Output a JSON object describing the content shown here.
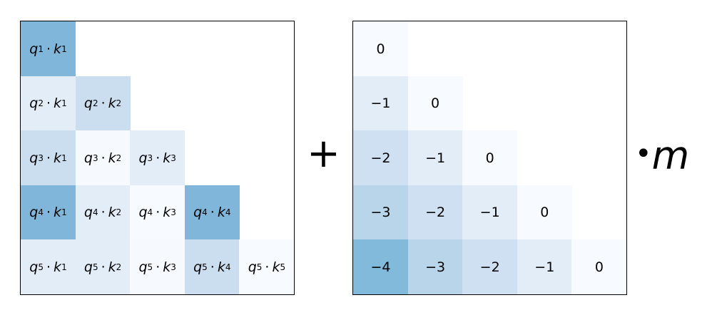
{
  "colors": {
    "dark": "#80b6d9",
    "medium": "#cbdeef",
    "light": "#e2edf8",
    "pale": "#f6f9fe",
    "faint": "#f7fbff"
  },
  "left_matrix": {
    "q_symbol": "q",
    "k_symbol": "k",
    "operator": "·",
    "cells": [
      {
        "row": 1,
        "col": 1,
        "q": "1",
        "k": "1",
        "shade": "dark"
      },
      {
        "row": 2,
        "col": 1,
        "q": "2",
        "k": "1",
        "shade": "light"
      },
      {
        "row": 2,
        "col": 2,
        "q": "2",
        "k": "2",
        "shade": "medium"
      },
      {
        "row": 3,
        "col": 1,
        "q": "3",
        "k": "1",
        "shade": "medium"
      },
      {
        "row": 3,
        "col": 2,
        "q": "3",
        "k": "2",
        "shade": "pale"
      },
      {
        "row": 3,
        "col": 3,
        "q": "3",
        "k": "3",
        "shade": "light"
      },
      {
        "row": 4,
        "col": 1,
        "q": "4",
        "k": "1",
        "shade": "dark"
      },
      {
        "row": 4,
        "col": 2,
        "q": "4",
        "k": "2",
        "shade": "light"
      },
      {
        "row": 4,
        "col": 3,
        "q": "4",
        "k": "3",
        "shade": "faint"
      },
      {
        "row": 4,
        "col": 4,
        "q": "4",
        "k": "4",
        "shade": "dark"
      },
      {
        "row": 5,
        "col": 1,
        "q": "5",
        "k": "1",
        "shade": "light"
      },
      {
        "row": 5,
        "col": 2,
        "q": "5",
        "k": "2",
        "shade": "light"
      },
      {
        "row": 5,
        "col": 3,
        "q": "5",
        "k": "3",
        "shade": "pale"
      },
      {
        "row": 5,
        "col": 4,
        "q": "5",
        "k": "4",
        "shade": "medium"
      },
      {
        "row": 5,
        "col": 5,
        "q": "5",
        "k": "5",
        "shade": "faint"
      }
    ]
  },
  "plus": "+",
  "right_matrix": {
    "value_colors": {
      "0": "#f7fbff",
      "-1": "#e2edf8",
      "-2": "#cee0f2",
      "-3": "#b8d5ea",
      "-4": "#82badb"
    },
    "cells": [
      {
        "row": 1,
        "col": 1,
        "value": "0"
      },
      {
        "row": 2,
        "col": 1,
        "value": "−1"
      },
      {
        "row": 2,
        "col": 2,
        "value": "0"
      },
      {
        "row": 3,
        "col": 1,
        "value": "−2"
      },
      {
        "row": 3,
        "col": 2,
        "value": "−1"
      },
      {
        "row": 3,
        "col": 3,
        "value": "0"
      },
      {
        "row": 4,
        "col": 1,
        "value": "−3"
      },
      {
        "row": 4,
        "col": 2,
        "value": "−2"
      },
      {
        "row": 4,
        "col": 3,
        "value": "−1"
      },
      {
        "row": 4,
        "col": 4,
        "value": "0"
      },
      {
        "row": 5,
        "col": 1,
        "value": "−4"
      },
      {
        "row": 5,
        "col": 2,
        "value": "−3"
      },
      {
        "row": 5,
        "col": 3,
        "value": "−2"
      },
      {
        "row": 5,
        "col": 4,
        "value": "−1"
      },
      {
        "row": 5,
        "col": 5,
        "value": "0"
      }
    ]
  },
  "multiplier": {
    "bullet": "•",
    "symbol": "m"
  }
}
